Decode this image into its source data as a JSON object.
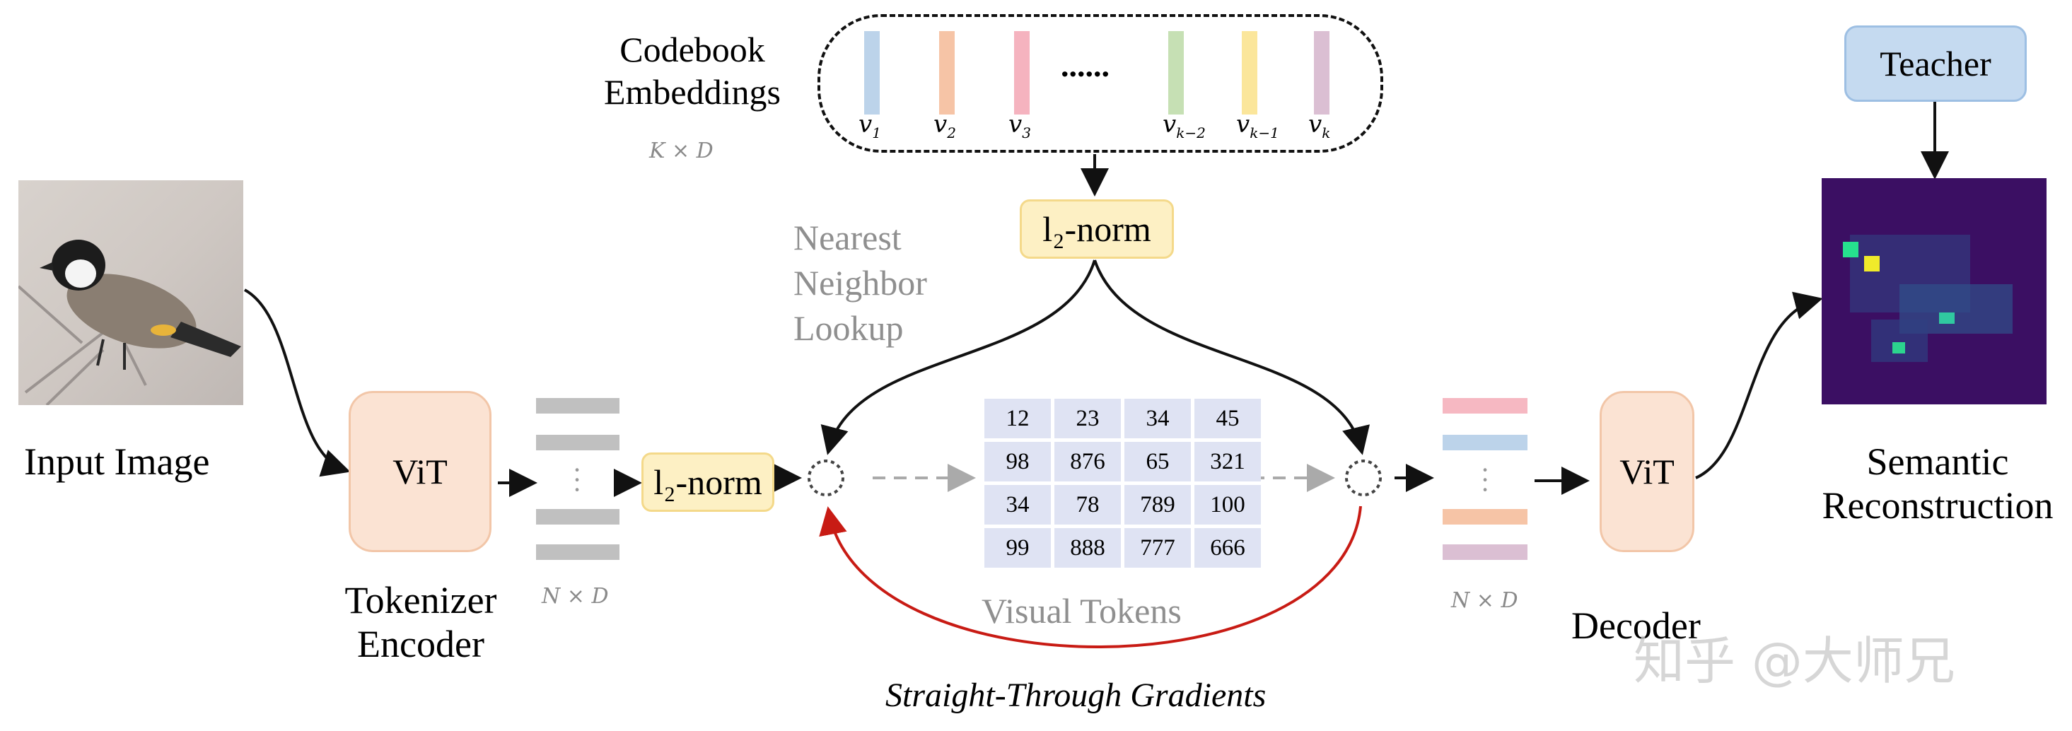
{
  "input": {
    "label": "Input Image"
  },
  "encoder": {
    "vit_label": "ViT",
    "caption_line1": "Tokenizer",
    "caption_line2": "Encoder",
    "dim": "N × D"
  },
  "norm": {
    "left_label": "l₂-norm",
    "top_label": "l₂-norm"
  },
  "codebook": {
    "title_line1": "Codebook",
    "title_line2": "Embeddings",
    "dim": "K × D",
    "ellipsis": "......",
    "vectors": [
      {
        "label": "v",
        "sub": "1",
        "color": "#bcd3ea"
      },
      {
        "label": "v",
        "sub": "2",
        "color": "#f6c4a6"
      },
      {
        "label": "v",
        "sub": "3",
        "color": "#f5b3bf"
      },
      {
        "label": "v",
        "sub": "k−2",
        "color": "#c6e0b4"
      },
      {
        "label": "v",
        "sub": "k−1",
        "color": "#fbe69b"
      },
      {
        "label": "v",
        "sub": "k",
        "color": "#dbbfd3"
      }
    ]
  },
  "lookup": {
    "line1": "Nearest",
    "line2": "Neighbor",
    "line3": "Lookup"
  },
  "tokens": {
    "values": [
      "12",
      "23",
      "34",
      "45",
      "98",
      "876",
      "65",
      "321",
      "34",
      "78",
      "789",
      "100",
      "99",
      "888",
      "777",
      "666"
    ],
    "label": "Visual Tokens"
  },
  "gradient": {
    "label": "Straight-Through Gradients"
  },
  "decoder": {
    "vit_label": "ViT",
    "caption": "Decoder",
    "dim": "N × D",
    "bar_colors": [
      "#f6b8c2",
      "#bcd3ea",
      "#f6c4a6",
      "#dbbfd3"
    ]
  },
  "teacher": {
    "label": "Teacher"
  },
  "output": {
    "line1": "Semantic",
    "line2": "Reconstruction"
  },
  "watermark": {
    "text": "知乎 @大师兄"
  },
  "colors": {
    "gradient_arrow": "#c81b14",
    "token_cell": "#dfe3f3",
    "encoder_bar": "#c0c0c0"
  }
}
